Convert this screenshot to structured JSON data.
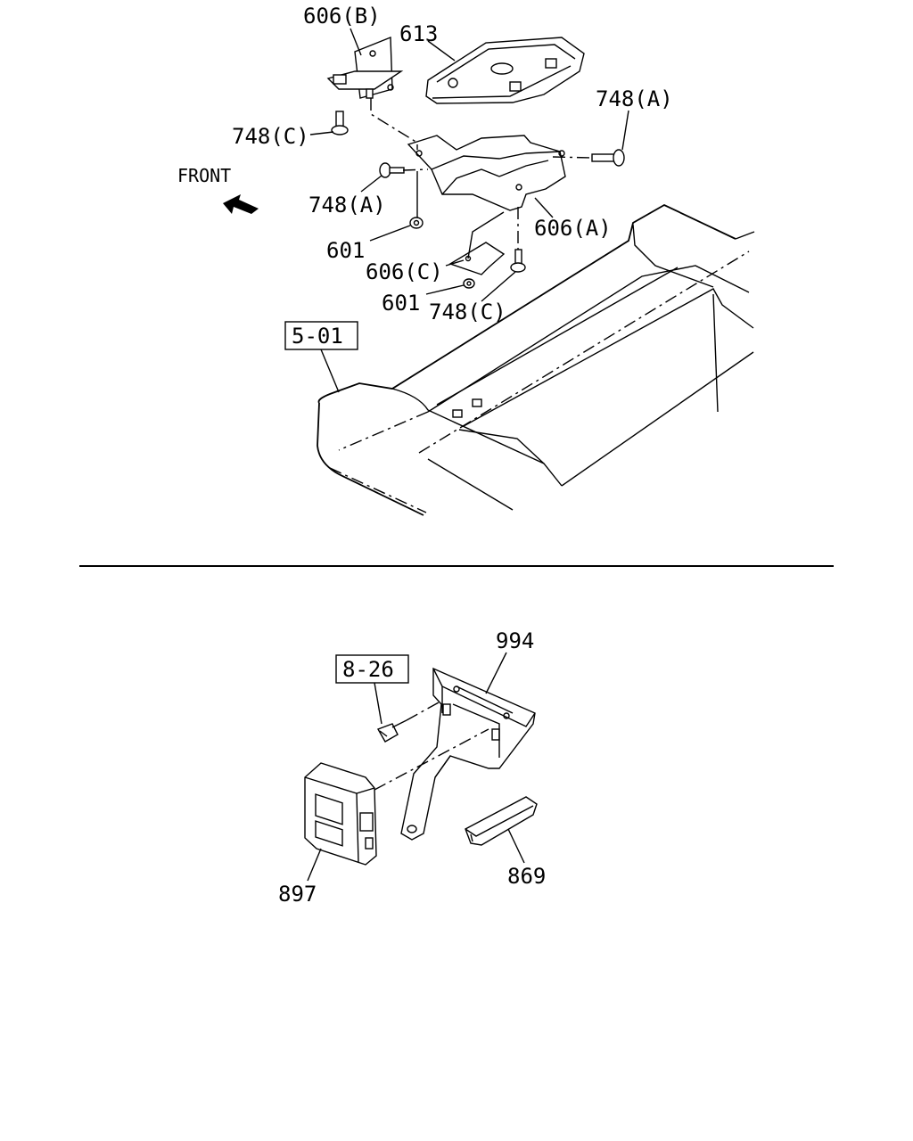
{
  "upper": {
    "labels": {
      "p606b": "606(B)",
      "p613": "613",
      "p748a_top": "748(A)",
      "p748c_left": "748(C)",
      "front": "FRONT",
      "p748a_left": "748(A)",
      "p601_left": "601",
      "p606a": "606(A)",
      "p606c": "606(C)",
      "p601_low": "601",
      "p748c_low": "748(C)"
    },
    "ref_box": "5-01"
  },
  "lower": {
    "ref_box": "8-26",
    "labels": {
      "p994": "994",
      "p897": "897",
      "p869": "869"
    }
  }
}
